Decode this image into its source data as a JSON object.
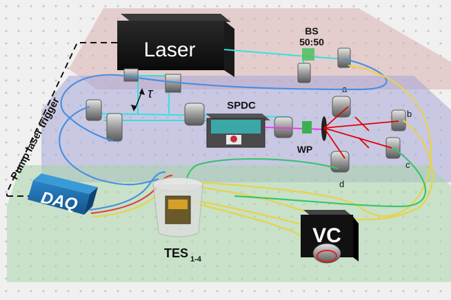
{
  "labels": {
    "laser": "Laser",
    "bs_line1": "BS",
    "bs_line2": "50:50",
    "pump_trigger": "Pump laser trigger",
    "tau": "τ",
    "spdc": "SPDC",
    "wp": "WP",
    "port_a": "a",
    "port_b": "b",
    "port_c": "c",
    "port_d": "d",
    "daq": "DAQ",
    "tes_main": "TES",
    "tes_sub": "1-4",
    "vc": "VC"
  },
  "colors": {
    "laser_beam": "#35e0e0",
    "pump_beam": "#e040e0",
    "signal_beam": "#e00000",
    "fiber_blue": "#4a8fe0",
    "fiber_yellow": "#e8d24a",
    "fiber_green": "#3cc36a",
    "fiber_red": "#e04040",
    "plate_red": "#d8b0b0",
    "plate_blue": "#a8a8d8",
    "plate_green": "#a8d6a8",
    "daq_blue": "#1a6fb0"
  }
}
